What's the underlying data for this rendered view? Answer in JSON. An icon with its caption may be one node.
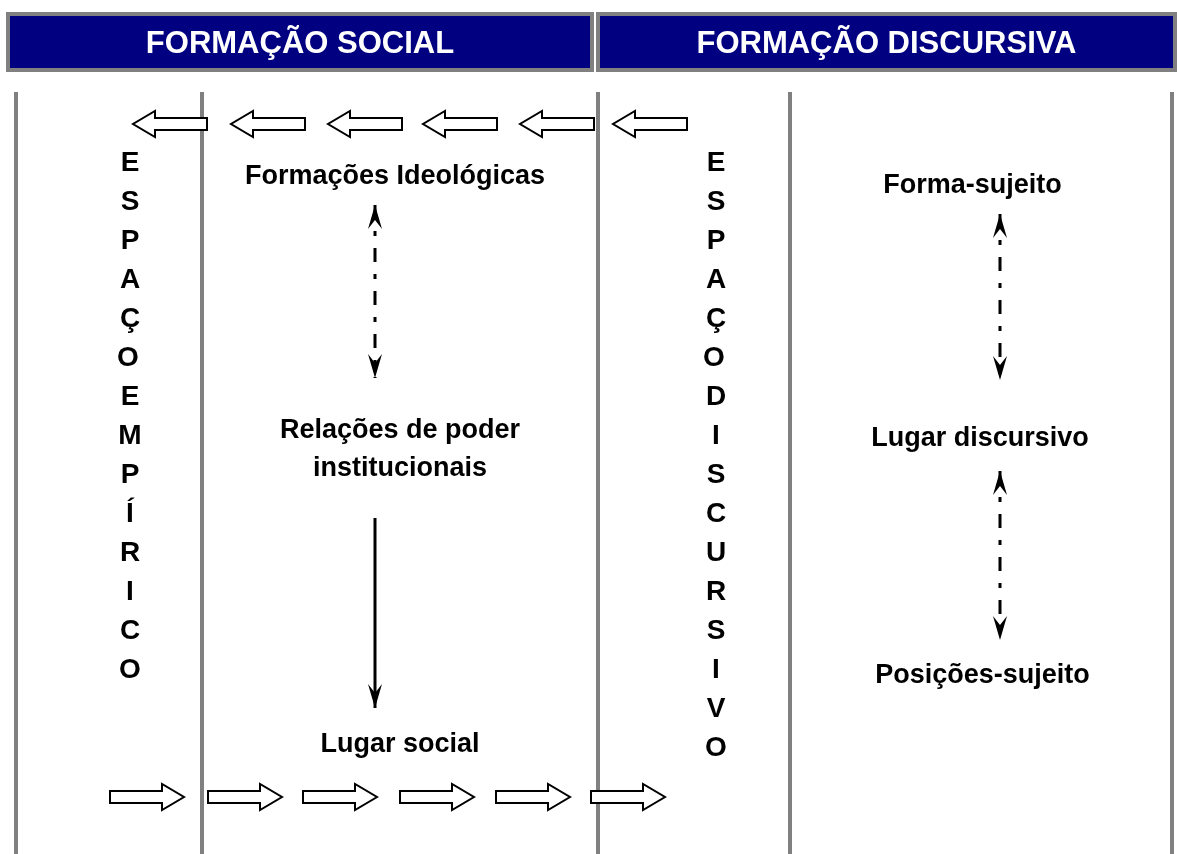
{
  "diagram": {
    "nodes": [
      {
        "text": [
          "FORMAÇÃO SOCIAL"
        ]
      },
      {
        "text": [
          "FORMAÇÃO DISCURSIVA"
        ]
      },
      {
        "text": [
          "Formações Ideológicas"
        ]
      },
      {
        "text": [
          "Relações de poder institucionais"
        ]
      },
      {
        "text": [
          "Lugar social"
        ]
      },
      {
        "text": [
          "Forma-sujeito"
        ]
      },
      {
        "text": [
          "Lugar discursivo"
        ]
      },
      {
        "text": [
          "Posições-sujeito"
        ]
      }
    ],
    "edges": [
      {
        "from": 2,
        "to": 3,
        "arrow": "both",
        "style": "dashed"
      },
      {
        "from": 3,
        "to": 4,
        "arrow": "to"
      },
      {
        "from": 5,
        "to": 6,
        "arrow": "both",
        "style": "dashed"
      },
      {
        "from": 6,
        "to": 7,
        "arrow": "both",
        "style": "dashed"
      }
    ],
    "labels": [
      "ESPAÇO EMPÍRICO",
      "ESPAÇO DISCURSIVO"
    ]
  }
}
